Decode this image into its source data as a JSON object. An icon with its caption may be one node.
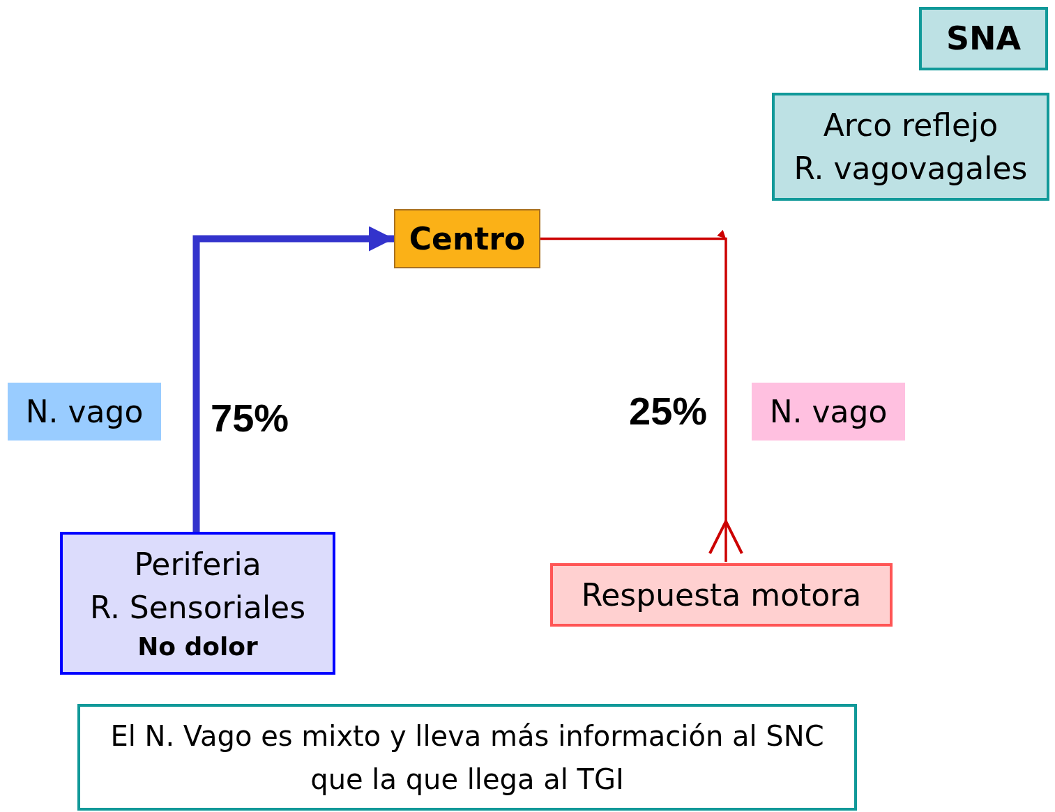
{
  "diagram": {
    "nodes": [
      {
        "text": [
          "SNA"
        ]
      },
      {
        "text": [
          "Arco reflejo",
          "R. vagovagales"
        ]
      },
      {
        "text": [
          "Centro"
        ]
      },
      {
        "text": [
          "Periferia",
          "R. Sensoriales",
          "No dolor"
        ]
      },
      {
        "text": [
          "Respuesta motora"
        ]
      },
      {
        "text": [
          "El N. Vago es mixto y lleva más información al SNC que la que llega al TGI"
        ]
      },
      {
        "text": [
          "N. vago"
        ]
      },
      {
        "text": [
          "N. vago"
        ]
      }
    ],
    "edges": [
      {
        "from": 3,
        "to": 2,
        "arrow": "to",
        "label": "75%",
        "style": "thick",
        "color": "#3333cc"
      },
      {
        "from": 2,
        "to": 4,
        "arrow": "other",
        "label": "25%",
        "color": "#cc0000"
      }
    ]
  }
}
